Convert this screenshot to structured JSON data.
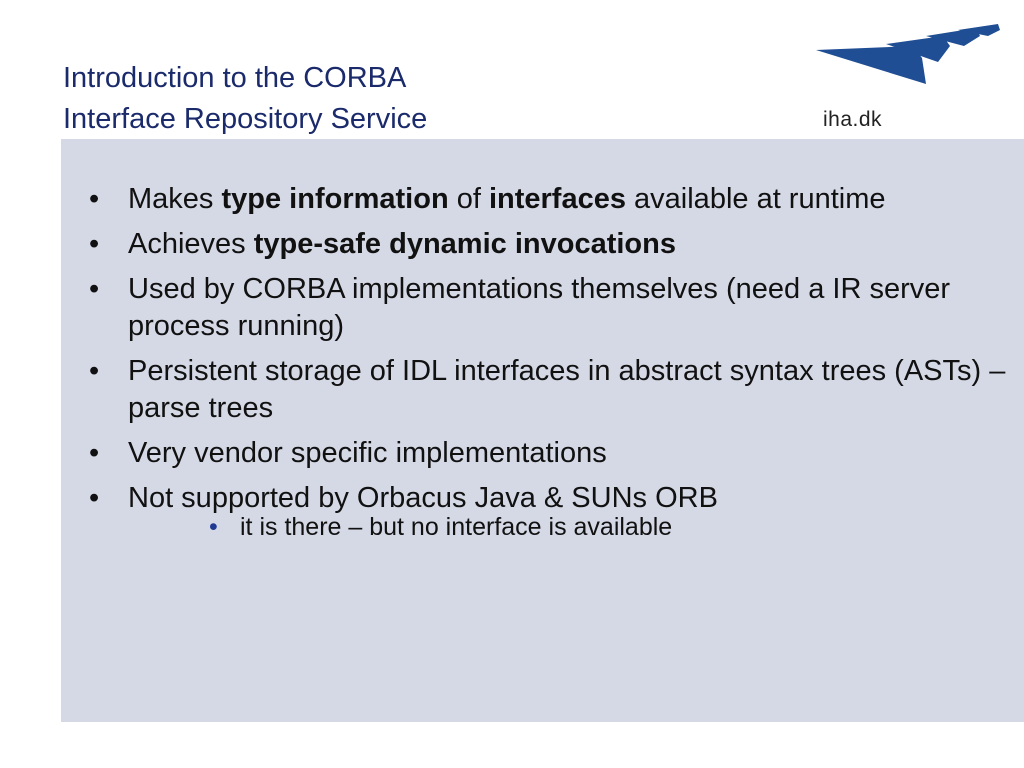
{
  "slide": {
    "title_line1": "Introduction to the CORBA",
    "title_line2": "Interface Repository Service",
    "logo_text": "iha.dk"
  },
  "colors": {
    "title": "#1a2a6b",
    "logo_blue": "#1f4e94",
    "panel_background": "#d5d9e6",
    "sub_bullet": "#1f3a93"
  },
  "bullets": [
    {
      "p1": "Makes ",
      "b1": "type information",
      "p2": " of ",
      "b2": "interfaces",
      "p3": " available at runtime"
    },
    {
      "p1": "Achieves ",
      "b1": "type-safe dynamic invocations"
    },
    {
      "p1": "Used by CORBA implementations themselves (need a IR server process running)"
    },
    {
      "p1": "Persistent storage of IDL interfaces in abstract syntax trees (ASTs) – parse trees"
    },
    {
      "p1": "Very vendor specific implementations"
    },
    {
      "p1": "Not supported by Orbacus Java & SUNs ORB"
    }
  ],
  "sub_bullets": [
    {
      "p1": "it is there – but no interface is available"
    }
  ],
  "bullet_glyph": "•"
}
